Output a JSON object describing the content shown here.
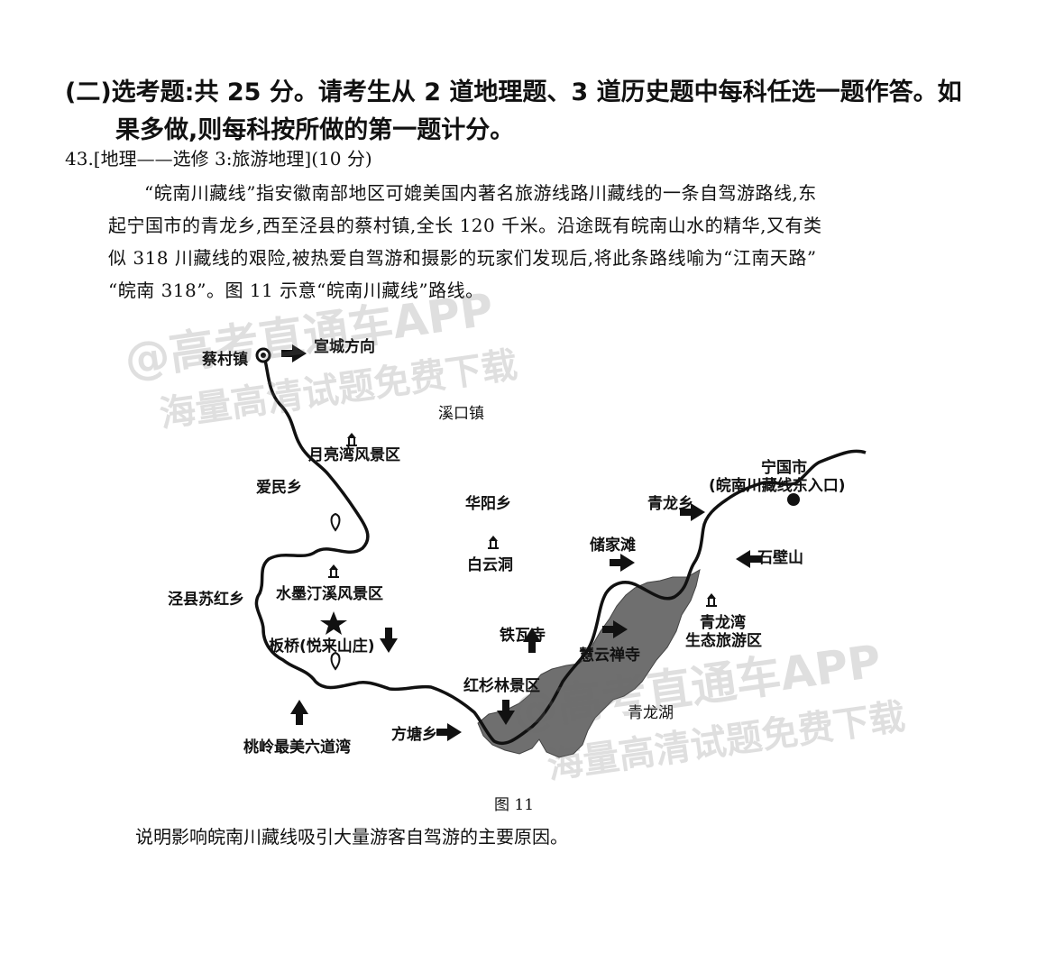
{
  "section": {
    "line1": "(二)选考题:共 25 分。请考生从 2 道地理题、3 道历史题中每科任选一题作答。如",
    "line2": "果多做,则每科按所做的第一题计分。"
  },
  "question": {
    "header": "43.[地理——选修 3:旅游地理](10 分)",
    "paragraph": [
      "“皖南川藏线”指安徽南部地区可媲美国内著名旅游线路川藏线的一条自驾游路线,东",
      "起宁国市的青龙乡,西至泾县的蔡村镇,全长 120 千米。沿途既有皖南山水的精华,又有类",
      "似 318 川藏线的艰险,被热爱自驾游和摄影的玩家们发现后,将此条路线喻为“江南天路”",
      "“皖南 318”。图 11 示意“皖南川藏线”路线。"
    ],
    "prompt": "说明影响皖南川藏线吸引大量游客自驾游的主要原因。"
  },
  "figure": {
    "caption": "图 11",
    "labels": {
      "caicun": "蔡村镇",
      "xuancheng": "宣城方向",
      "xikou": "溪口镇",
      "yueliangwan": "月亮湾风景区",
      "aimin": "爱民乡",
      "ningguo": "宁国市",
      "ningguo_sub": "(皖南川藏线东入口)",
      "huayang": "华阳乡",
      "qinglong_town": "青龙乡",
      "baiyun": "白云洞",
      "chujiatan": "储家滩",
      "shibi": "石壁山",
      "shuimoting": "水墨汀溪风景区",
      "suhong": "泾县苏红乡",
      "qinglongwan": "青龙湾",
      "qinglongwan_sub": "生态旅游区",
      "banqiao": "板桥(悦来山庄)",
      "tiewa": "铁瓦寺",
      "huiyun": "慧云禅寺",
      "hongshan": "红杉林景区",
      "qinglong_lake": "青龙湖",
      "taoling": "桃岭最美六道湾",
      "fangtang": "方塘乡"
    }
  },
  "watermark": {
    "line1": "@高考直通车APP",
    "line2": "海量高清试题免费下载"
  },
  "colors": {
    "ink": "#111111",
    "lake": "#6f6f6f",
    "watermark": "#8a8a8a"
  }
}
